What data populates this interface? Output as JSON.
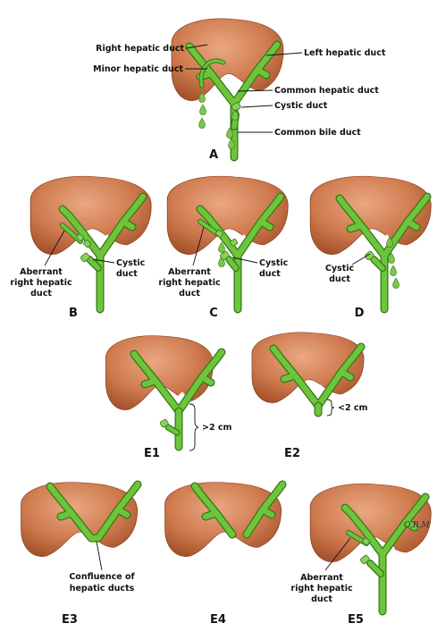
{
  "figure": {
    "panels": {
      "A": "A",
      "B": "B",
      "C": "C",
      "D": "D",
      "E1": "E1",
      "E2": "E2",
      "E3": "E3",
      "E4": "E4",
      "E5": "E5"
    },
    "labels": {
      "right_hepatic_duct": "Right hepatic duct",
      "minor_hepatic_duct": "Minor hepatic duct",
      "left_hepatic_duct": "Left hepatic duct",
      "common_hepatic_duct": "Common hepatic duct",
      "cystic_duct": "Cystic duct",
      "common_bile_duct": "Common bile duct",
      "aberrant_line1": "Aberrant",
      "aberrant_line2": "right hepatic",
      "aberrant_line3": "duct",
      "cystic_line1": "Cystic",
      "cystic_line2": "duct",
      "gt2cm": ">2 cm",
      "lt2cm": "<2 cm",
      "confluence_line1": "Confluence of",
      "confluence_line2": "hepatic ducts"
    },
    "signature": "O.R.M",
    "colors": {
      "liver_light": "#e8a07a",
      "liver_dark": "#a9542c",
      "duct": "#6ec43a",
      "duct_edge": "#2f7a17"
    }
  }
}
